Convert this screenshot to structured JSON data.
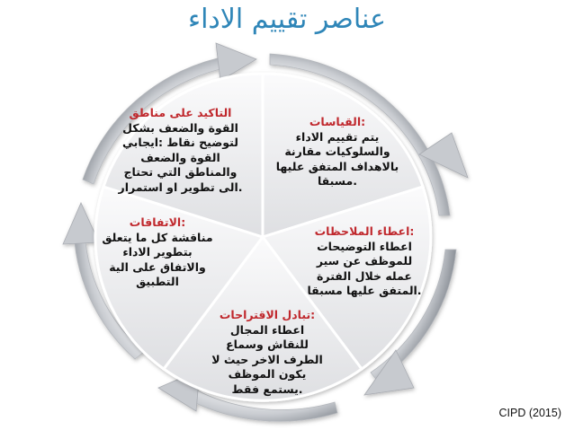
{
  "title": "عناصر تقييم الاداء",
  "segments": [
    {
      "id": "measurements",
      "heading": ":القياسات",
      "body": "يتم تقييم الاداء\nوالسلوكيات مقارنة\nبالاهداف المتفق عليها\n.مسبقا"
    },
    {
      "id": "feedback",
      "heading": ":اعطاء الملاحظات",
      "body": "اعطاء التوضيحات\nللموظف عن سير\nعمله خلال الفترة\n.المتفق عليها مسبقا"
    },
    {
      "id": "suggestions",
      "heading": ":تبادل الاقتراحات",
      "body": "اعطاء المجال\nللنقاش وسماع\nالطرف الاخر حيث لا\nيكون الموظف\n.يستمع فقط"
    },
    {
      "id": "agreements",
      "heading": ":الاتفاقات",
      "body": "مناقشة كل ما يتعلق\nبتطوير الاداء\nوالاتفاق على الية\nالتطبيق"
    },
    {
      "id": "emphasis",
      "heading": "التاكيد على مناطق",
      "body": "القوة والضعف بشكل\nلتوضيح نقاط :ايجابي\nالقوة والضعف\nوالمناطق التي تحتاج\n.الى تطوير او استمرار"
    }
  ],
  "colors": {
    "title": "#2f86b8",
    "heading": "#c0282d",
    "text": "#111111"
  },
  "citation": "CIPD (2015)"
}
